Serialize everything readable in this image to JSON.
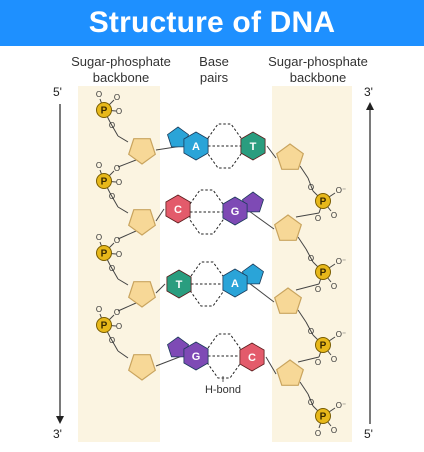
{
  "title": "Structure of DNA",
  "headers": {
    "left_backbone": [
      "Sugar-phosphate",
      "backbone"
    ],
    "base_pairs": [
      "Base",
      "pairs"
    ],
    "right_backbone": [
      "Sugar-phosphate",
      "backbone"
    ]
  },
  "strand_ends": {
    "left_top": "5'",
    "left_bottom": "3'",
    "right_top": "3'",
    "right_bottom": "5'"
  },
  "phosphate_label": "P",
  "oxygen_label": "O",
  "oxygen_minus_label": "O⁻",
  "hbond_label": "H-bond",
  "base_pairs": [
    {
      "left": "A",
      "right": "T"
    },
    {
      "left": "C",
      "right": "G"
    },
    {
      "left": "T",
      "right": "A"
    },
    {
      "left": "G",
      "right": "C"
    }
  ],
  "colors": {
    "title_bar": "#1e90ff",
    "backbone_panel": "#fbf4e1",
    "sugar_fill": "#f7d897",
    "sugar_stroke": "#c9a45e",
    "phosphate_fill": "#e7b81a",
    "phosphate_stroke": "#7a5d00",
    "A": "#2aa4d8",
    "T": "#2a9d7f",
    "C": "#e35b6b",
    "G": "#7e4ab5"
  }
}
